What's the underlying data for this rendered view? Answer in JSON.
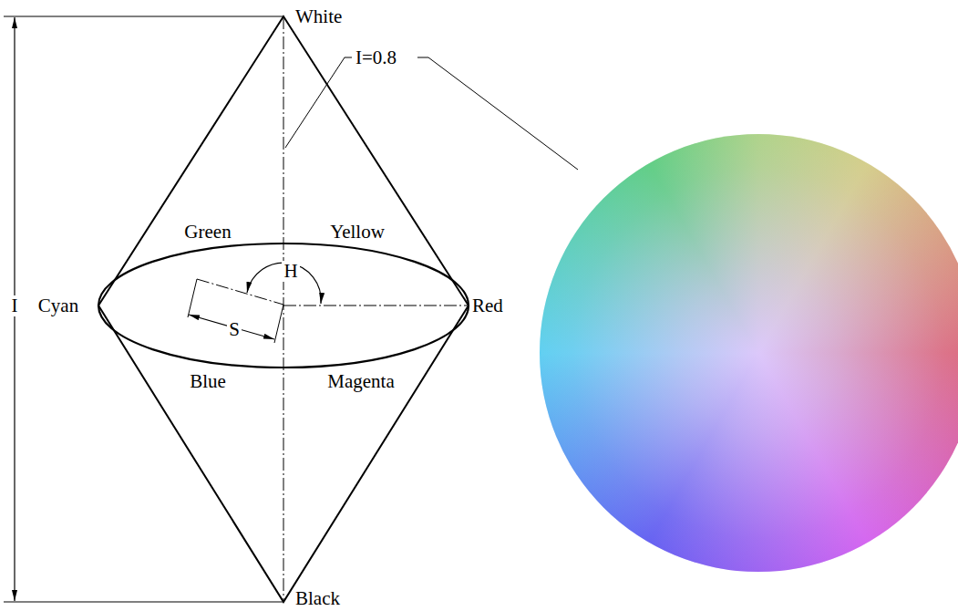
{
  "diagram": {
    "labels": [
      "White",
      "I=0.8",
      "Green",
      "Yellow",
      "H",
      "I",
      "Cyan",
      "Red",
      "S",
      "Blue",
      "Magenta",
      "Black"
    ]
  }
}
